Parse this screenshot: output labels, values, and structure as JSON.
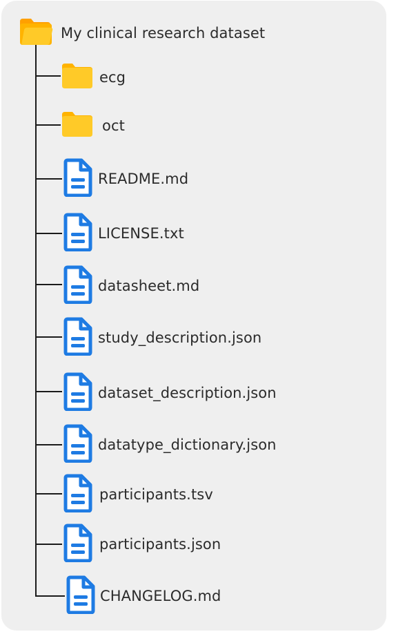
{
  "root": {
    "name": "My clinical research dataset",
    "icon": "folder-open-icon",
    "color": "#FDB813"
  },
  "items": [
    {
      "name": "ecg",
      "type": "folder",
      "icon": "folder-icon"
    },
    {
      "name": "oct",
      "type": "folder",
      "icon": "folder-icon"
    },
    {
      "name": "README.md",
      "type": "file",
      "icon": "document-icon"
    },
    {
      "name": "LICENSE.txt",
      "type": "file",
      "icon": "document-icon"
    },
    {
      "name": "datasheet.md",
      "type": "file",
      "icon": "document-icon"
    },
    {
      "name": "study_description.json",
      "type": "file",
      "icon": "document-icon"
    },
    {
      "name": "dataset_description.json",
      "type": "file",
      "icon": "document-icon"
    },
    {
      "name": "datatype_dictionary.json",
      "type": "file",
      "icon": "document-icon"
    },
    {
      "name": "participants.tsv",
      "type": "file",
      "icon": "document-icon"
    },
    {
      "name": "participants.json",
      "type": "file",
      "icon": "document-icon"
    },
    {
      "name": "CHANGELOG.md",
      "type": "file",
      "icon": "document-icon"
    }
  ],
  "colors": {
    "folder": "#FFC727",
    "folder_tab": "#FFB300",
    "file": "#1E7BE3",
    "panel": "#EFEFEF",
    "connector": "#1A1A1A"
  }
}
